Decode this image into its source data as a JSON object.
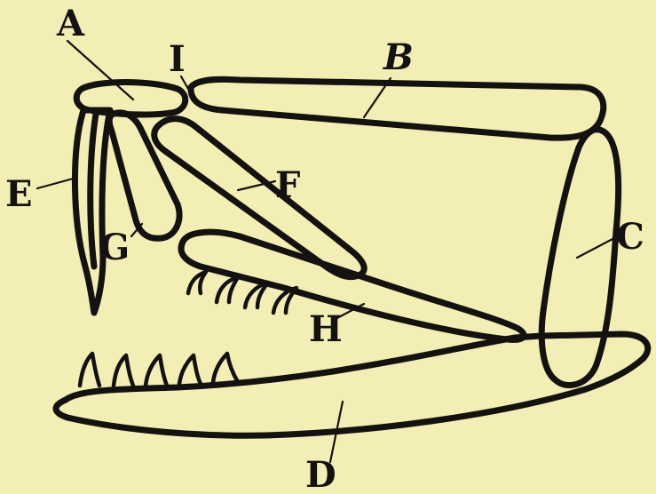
{
  "figure": {
    "background_color": "#f3eeb4",
    "ink_color": "#141210",
    "labels": {
      "A": "A",
      "B": "B",
      "C": "C",
      "D": "D",
      "E": "E",
      "F": "F",
      "G": "G",
      "H": "H",
      "I": "I"
    }
  }
}
